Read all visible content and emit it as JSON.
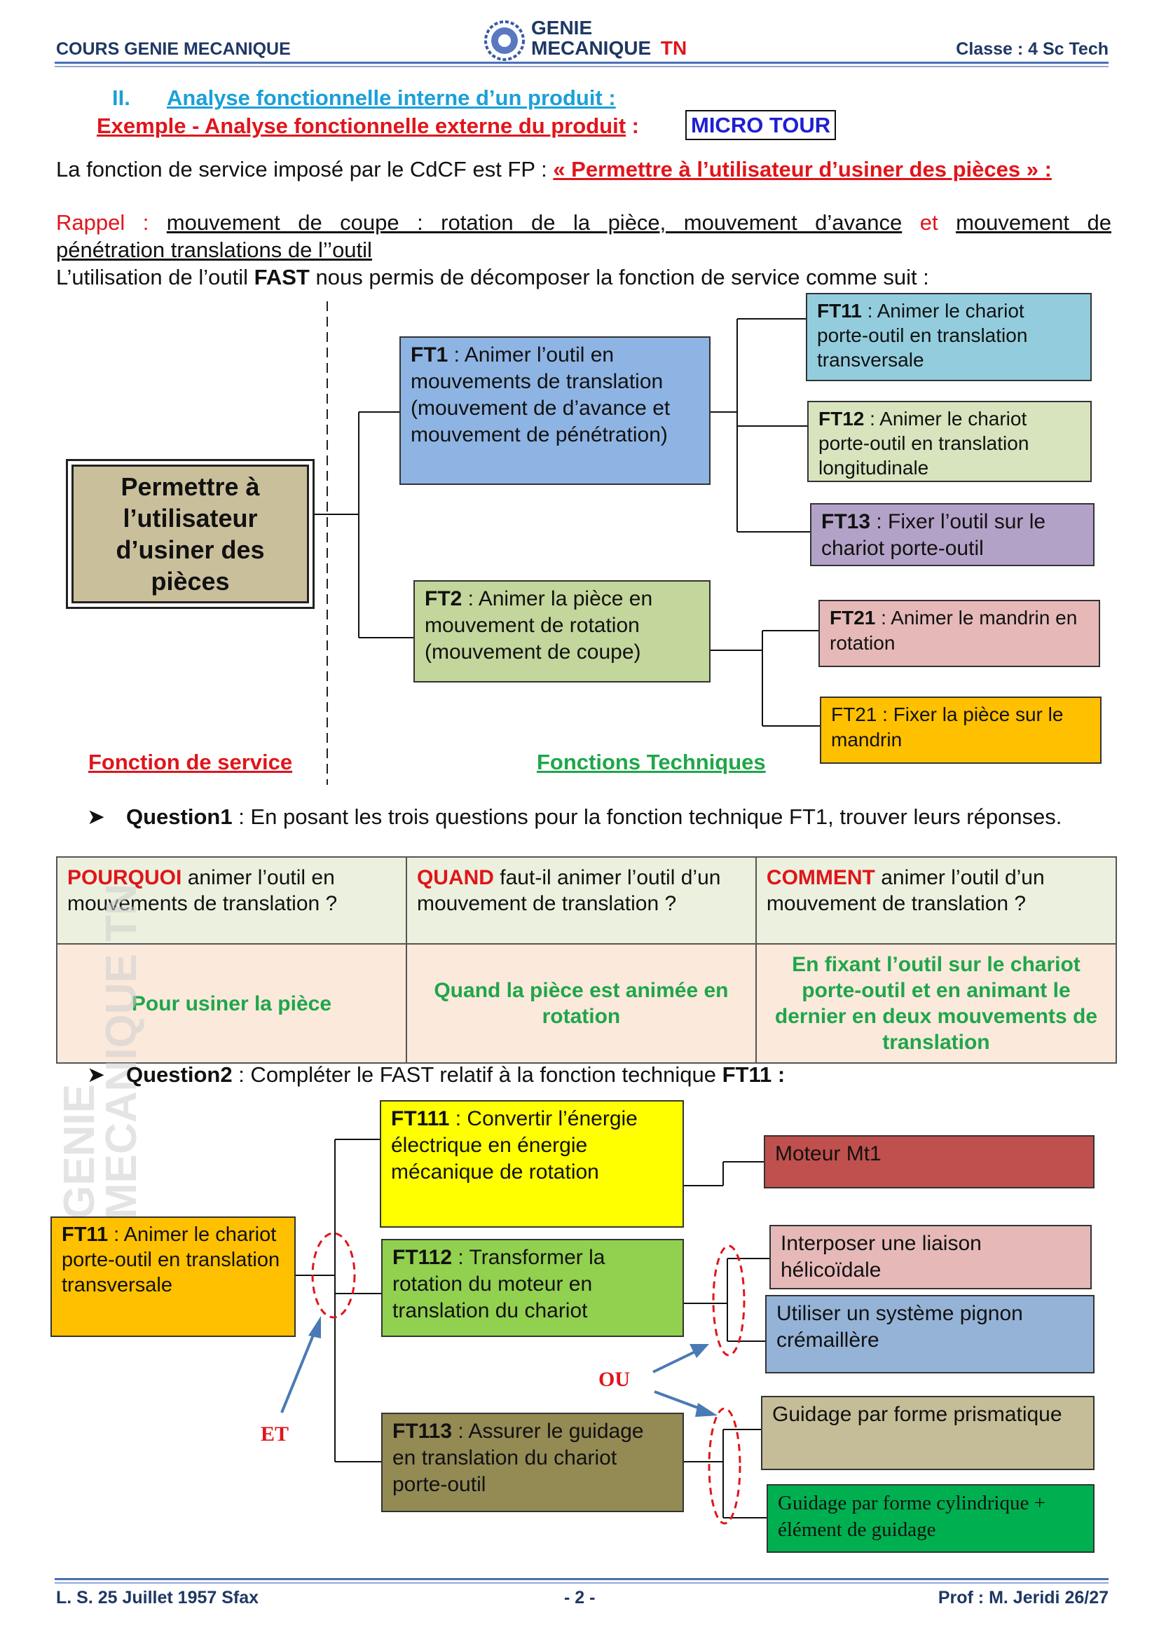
{
  "header": {
    "left": "COURS GENIE MECANIQUE",
    "logo_line1": "GENIE",
    "logo_line2": "MECANIQUE",
    "logo_tn": "TN",
    "right": "Classe : 4 Sc Tech"
  },
  "section": {
    "number": "II.",
    "title": "Analyse fonctionnelle interne d’un produit :",
    "example_label": "Exemple - Analyse fonctionnelle externe du produit",
    "example_colon": " :",
    "product": "MICRO TOUR"
  },
  "intro": {
    "line1_prefix": "La fonction de service imposé par le CdCF est FP :",
    "line1_fp": "« Permettre à l’utilisateur d’usiner des pièces » :",
    "rappel_label": "Rappel :",
    "rappel_line1a": "mouvement de coupe : rotation de la pièce, mouvement d’avance",
    "rappel_et": "et",
    "rappel_line1b": "mouvement de",
    "rappel_line2": "pénétration translations de l’’outil",
    "line3_prefix": "L’utilisation de l’outil",
    "line3_fast": "FAST",
    "line3_suffix": "nous permis de décomposer la fonction de service comme suit :"
  },
  "fast1": {
    "service": "Permettre à l’utilisateur d’usiner des pièces",
    "ft1_code": "FT1",
    "ft1_text": " : Animer l’outil en mouvements de translation (mouvement de d’avance et mouvement de pénétration)",
    "ft2_code": "FT2",
    "ft2_text": " : Animer la pièce en mouvement de rotation (mouvement de coupe)",
    "ft11_code": "FT11",
    "ft11_text": " : Animer le chariot porte-outil en translation transversale",
    "ft12_code": "FT12",
    "ft12_text": " : Animer le chariot porte-outil en translation longitudinale",
    "ft13_code": "FT13",
    "ft13_text": " : Fixer l’outil sur le chariot porte-outil",
    "ft21_code": "FT21",
    "ft21_text": " : Animer le mandrin en rotation",
    "ft21b_text": "FT21 : Fixer la pièce sur le mandrin",
    "label_service": "Fonction de service",
    "label_tech": "Fonctions Techniques",
    "colors": {
      "service": "#c9bf9b",
      "ft1": "#8eb4e3",
      "ft2": "#c3d69b",
      "ft11": "#93cddd",
      "ft12": "#d7e4bd",
      "ft13": "#b3a2c7",
      "ft21": "#e6b9b8",
      "ft21b": "#ffc000"
    }
  },
  "question1": {
    "label": "Question1",
    "text": " : En posant les trois questions pour la fonction technique FT1, trouver leurs réponses.",
    "h1_key": "POURQUOI",
    "h1_rest": " animer l’outil en mouvements de translation ?",
    "h2_key": "QUAND",
    "h2_rest": " faut-il animer l’outil d’un mouvement de translation ?",
    "h3_key": "COMMENT",
    "h3_rest": " animer l’outil d’un mouvement de translation ?",
    "a1": "Pour usiner la pièce",
    "a2": "Quand la pièce est animée en rotation",
    "a3": "En fixant l’outil sur le chariot porte-outil et en animant le dernier en deux mouvements de translation"
  },
  "question2": {
    "label": "Question2",
    "text": " : Compléter le FAST relatif à la fonction technique",
    "code": "FT11 :"
  },
  "fast2": {
    "ft11_code": "FT11",
    "ft11_text": " : Animer le chariot porte-outil en translation transversale",
    "ft111_code": "FT111",
    "ft111_text": " : Convertir l’énergie électrique en énergie mécanique de rotation",
    "ft112_code": "FT112",
    "ft112_text": " : Transformer la rotation du moteur en translation du chariot",
    "ft113_code": "FT113",
    "ft113_text": " : Assurer le guidage en translation du chariot porte-outil",
    "moteur": "Moteur Mt1",
    "helico": "Interposer une liaison hélicoïdale",
    "pignon": "Utiliser un système pignon crémaillère",
    "prisma": "Guidage par forme prismatique",
    "cylind": "Guidage par forme cylindrique + élément de guidage",
    "et": "ET",
    "ou": "OU",
    "colors": {
      "ft11": "#ffc000",
      "ft111": "#ffff00",
      "ft112": "#92d050",
      "ft113": "#948a54",
      "moteur": "#c0504d",
      "helico": "#e6b9b8",
      "pignon": "#95b3d7",
      "prisma": "#c4bd97",
      "cylind": "#00b050"
    }
  },
  "footer": {
    "left": "L. S. 25 Juillet 1957 Sfax",
    "center": "- 2 -",
    "right": "Prof : M. Jeridi 26/27"
  },
  "watermark": {
    "line1": "GENIE",
    "line2": "MECANIQUE TN"
  }
}
